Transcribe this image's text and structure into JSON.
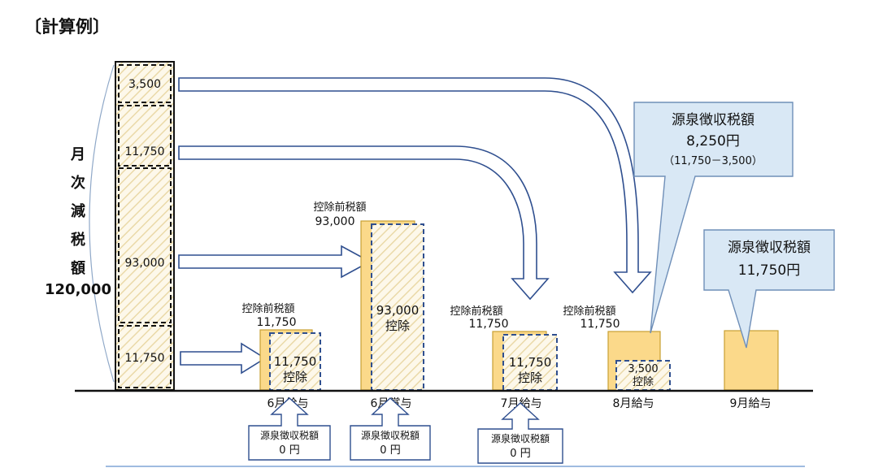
{
  "heading": "〔計算例〕",
  "monthly_reduction": {
    "label_chars": [
      "月",
      "次",
      "減",
      "税",
      "額"
    ],
    "total": "120,000",
    "segments": [
      "3,500",
      "11,750",
      "93,000",
      "11,750"
    ]
  },
  "columns": [
    {
      "month": "6月給与",
      "pre_tax_label": "控除前税額",
      "pre_tax_value": "11,750",
      "deduct_value": "11,750",
      "deduct_label": "控除",
      "withholding_label": "源泉徴収税額",
      "withholding_value": "0 円"
    },
    {
      "month": "6月賞与",
      "pre_tax_label": "控除前税額",
      "pre_tax_value": "93,000",
      "deduct_value": "93,000",
      "deduct_label": "控除",
      "withholding_label": "源泉徴収税額",
      "withholding_value": "0 円"
    },
    {
      "month": "7月給与",
      "pre_tax_label": "控除前税額",
      "pre_tax_value": "11,750",
      "deduct_value": "11,750",
      "deduct_label": "控除",
      "withholding_label": "源泉徴収税額",
      "withholding_value": "0 円"
    },
    {
      "month": "8月給与",
      "pre_tax_label": "控除前税額",
      "pre_tax_value": "11,750",
      "deduct_value": "3,500",
      "deduct_label": "控除"
    },
    {
      "month": "9月給与"
    }
  ],
  "callouts": {
    "aug": {
      "title": "源泉徴収税額",
      "amount": "8,250円",
      "formula": "（11,750－3,500）"
    },
    "sep": {
      "title": "源泉徴収税額",
      "amount": "11,750円"
    }
  },
  "colors": {
    "bar_fill": "#fbd98a",
    "bar_stroke": "#c9a032",
    "callout_fill": "#d9e8f5",
    "callout_stroke": "#6f8fb8",
    "dashed_stroke": "#2f4f8f",
    "arrow_stroke": "#2f4f8f"
  }
}
